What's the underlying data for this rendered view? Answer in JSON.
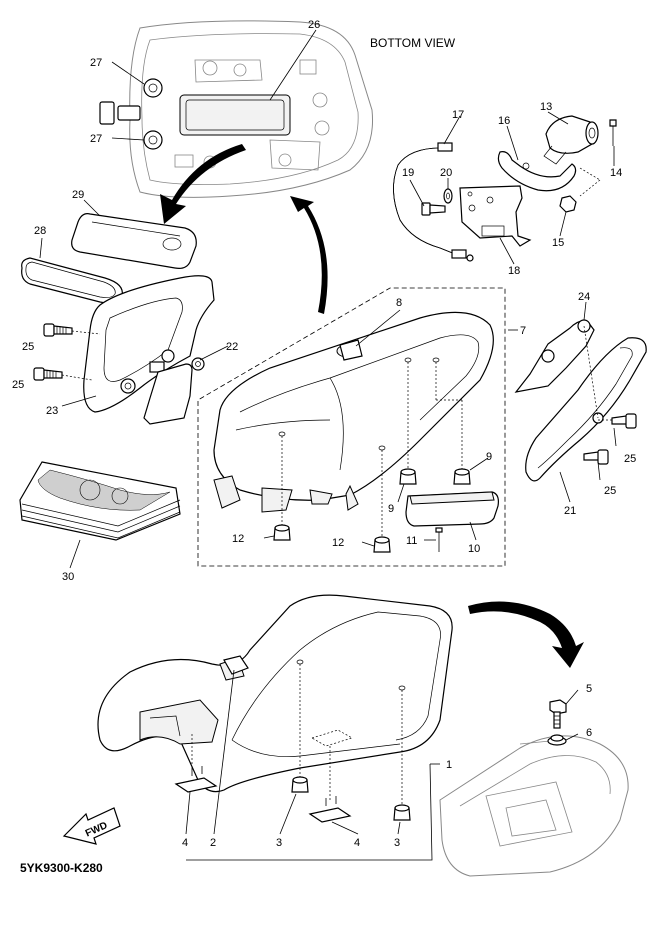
{
  "view_label": "BOTTOM VIEW",
  "diagram_code": "5YK9300-K280",
  "fwd_label": "FWD",
  "callouts": [
    {
      "id": "c1",
      "text": "1"
    },
    {
      "id": "c2",
      "text": "2"
    },
    {
      "id": "c3a",
      "text": "3"
    },
    {
      "id": "c3b",
      "text": "3"
    },
    {
      "id": "c4a",
      "text": "4"
    },
    {
      "id": "c4b",
      "text": "4"
    },
    {
      "id": "c5",
      "text": "5"
    },
    {
      "id": "c6",
      "text": "6"
    },
    {
      "id": "c7",
      "text": "7"
    },
    {
      "id": "c8",
      "text": "8"
    },
    {
      "id": "c9a",
      "text": "9"
    },
    {
      "id": "c9b",
      "text": "9"
    },
    {
      "id": "c10",
      "text": "10"
    },
    {
      "id": "c11",
      "text": "11"
    },
    {
      "id": "c12a",
      "text": "12"
    },
    {
      "id": "c12b",
      "text": "12"
    },
    {
      "id": "c13",
      "text": "13"
    },
    {
      "id": "c14",
      "text": "14"
    },
    {
      "id": "c15",
      "text": "15"
    },
    {
      "id": "c16",
      "text": "16"
    },
    {
      "id": "c17",
      "text": "17"
    },
    {
      "id": "c18",
      "text": "18"
    },
    {
      "id": "c19",
      "text": "19"
    },
    {
      "id": "c20",
      "text": "20"
    },
    {
      "id": "c21",
      "text": "21"
    },
    {
      "id": "c22",
      "text": "22"
    },
    {
      "id": "c23",
      "text": "23"
    },
    {
      "id": "c24",
      "text": "24"
    },
    {
      "id": "c25a",
      "text": "25"
    },
    {
      "id": "c25b",
      "text": "25"
    },
    {
      "id": "c25c",
      "text": "25"
    },
    {
      "id": "c25d",
      "text": "25"
    },
    {
      "id": "c26",
      "text": "26"
    },
    {
      "id": "c27a",
      "text": "27"
    },
    {
      "id": "c27b",
      "text": "27"
    },
    {
      "id": "c28",
      "text": "28"
    },
    {
      "id": "c29",
      "text": "29"
    },
    {
      "id": "c30",
      "text": "30"
    }
  ]
}
